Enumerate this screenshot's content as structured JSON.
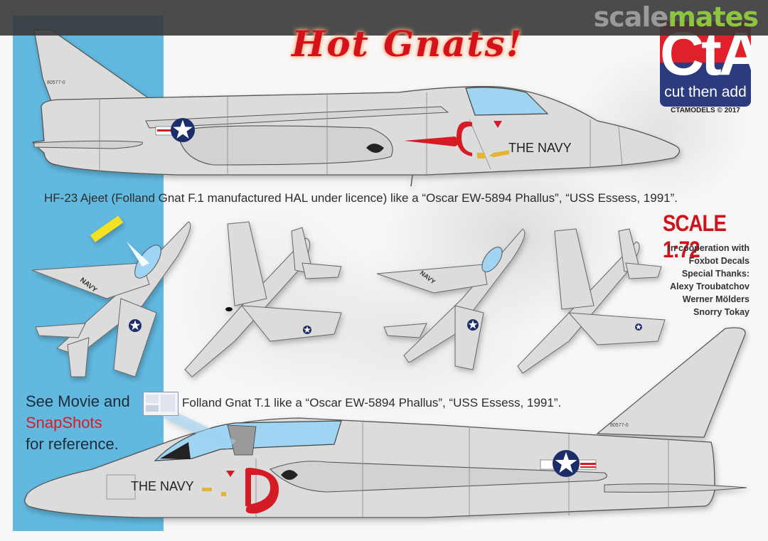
{
  "watermark": {
    "part1": "scale",
    "part2": "mates"
  },
  "title": "Hot Gnats!",
  "brand": {
    "letters": "CtA",
    "tagline": "cut then add",
    "copyright": "CTAMODELS © 2017",
    "colors": {
      "red": "#e0202a",
      "blue": "#2c3a80"
    }
  },
  "profiles": [
    {
      "caption": "HF-23 Ajeet (Folland Gnat F.1 manufactured HAL under licence) like a “Oscar EW-5894 Phallus”, “USS Essess, 1991”.",
      "fuselage_text": "THE NAVY",
      "serial": "80577-0"
    },
    {
      "caption": "Folland Gnat T.1 like a “Oscar EW-5894 Phallus”, “USS Essess, 1991”.",
      "fuselage_text": "THE NAVY",
      "serial": "80577-0"
    }
  ],
  "plan_views": {
    "wing_text": "NAVY"
  },
  "scale": "SCALE 1:72",
  "credits": [
    "In cooperation with",
    "Foxbot Decals",
    "Special Thanks:",
    "Alexy Troubatchov",
    "Werner Mölders",
    "Snorry Tokay"
  ],
  "reference_note": {
    "line1": "See Movie and",
    "highlight": "SnapShots",
    "line3": "for reference."
  },
  "colors": {
    "panel_blue": "#62b9e0",
    "aircraft_grey": "#dcdcdc",
    "insignia_blue": "#1e2f6b",
    "accent_red": "#d51b27"
  }
}
